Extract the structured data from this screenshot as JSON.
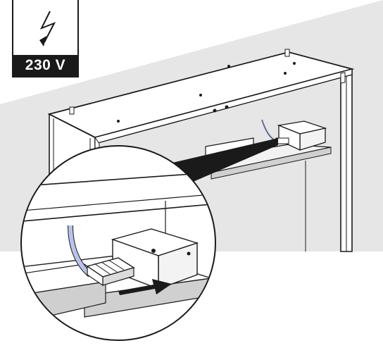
{
  "warning": {
    "voltage_label": "230 V",
    "icon": "lightning-bolt-icon"
  },
  "illustration": {
    "subject": "mirror-cabinet-top-connection",
    "detail_icon": "push-connector-arrow"
  },
  "colors": {
    "wall": "#e6e6e6",
    "line": "#1a1a1a",
    "shade": "#d0d0d0",
    "cable": "#b9c3ec"
  }
}
